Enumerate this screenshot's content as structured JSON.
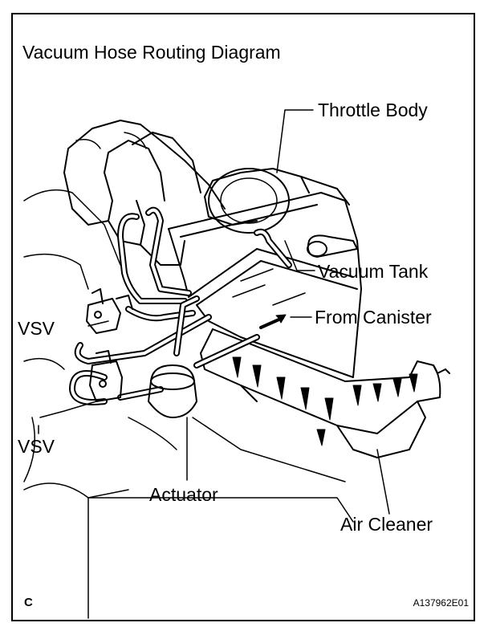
{
  "title": "Vacuum Hose Routing Diagram",
  "labels": {
    "throttle_body": "Throttle Body",
    "vacuum_tank": "Vacuum Tank",
    "from_canister": "From Canister",
    "vsv_upper": "VSV",
    "vsv_lower": "VSV",
    "actuator": "Actuator",
    "air_cleaner": "Air Cleaner"
  },
  "corner_left": "C",
  "figure_code": "A137962E01"
}
